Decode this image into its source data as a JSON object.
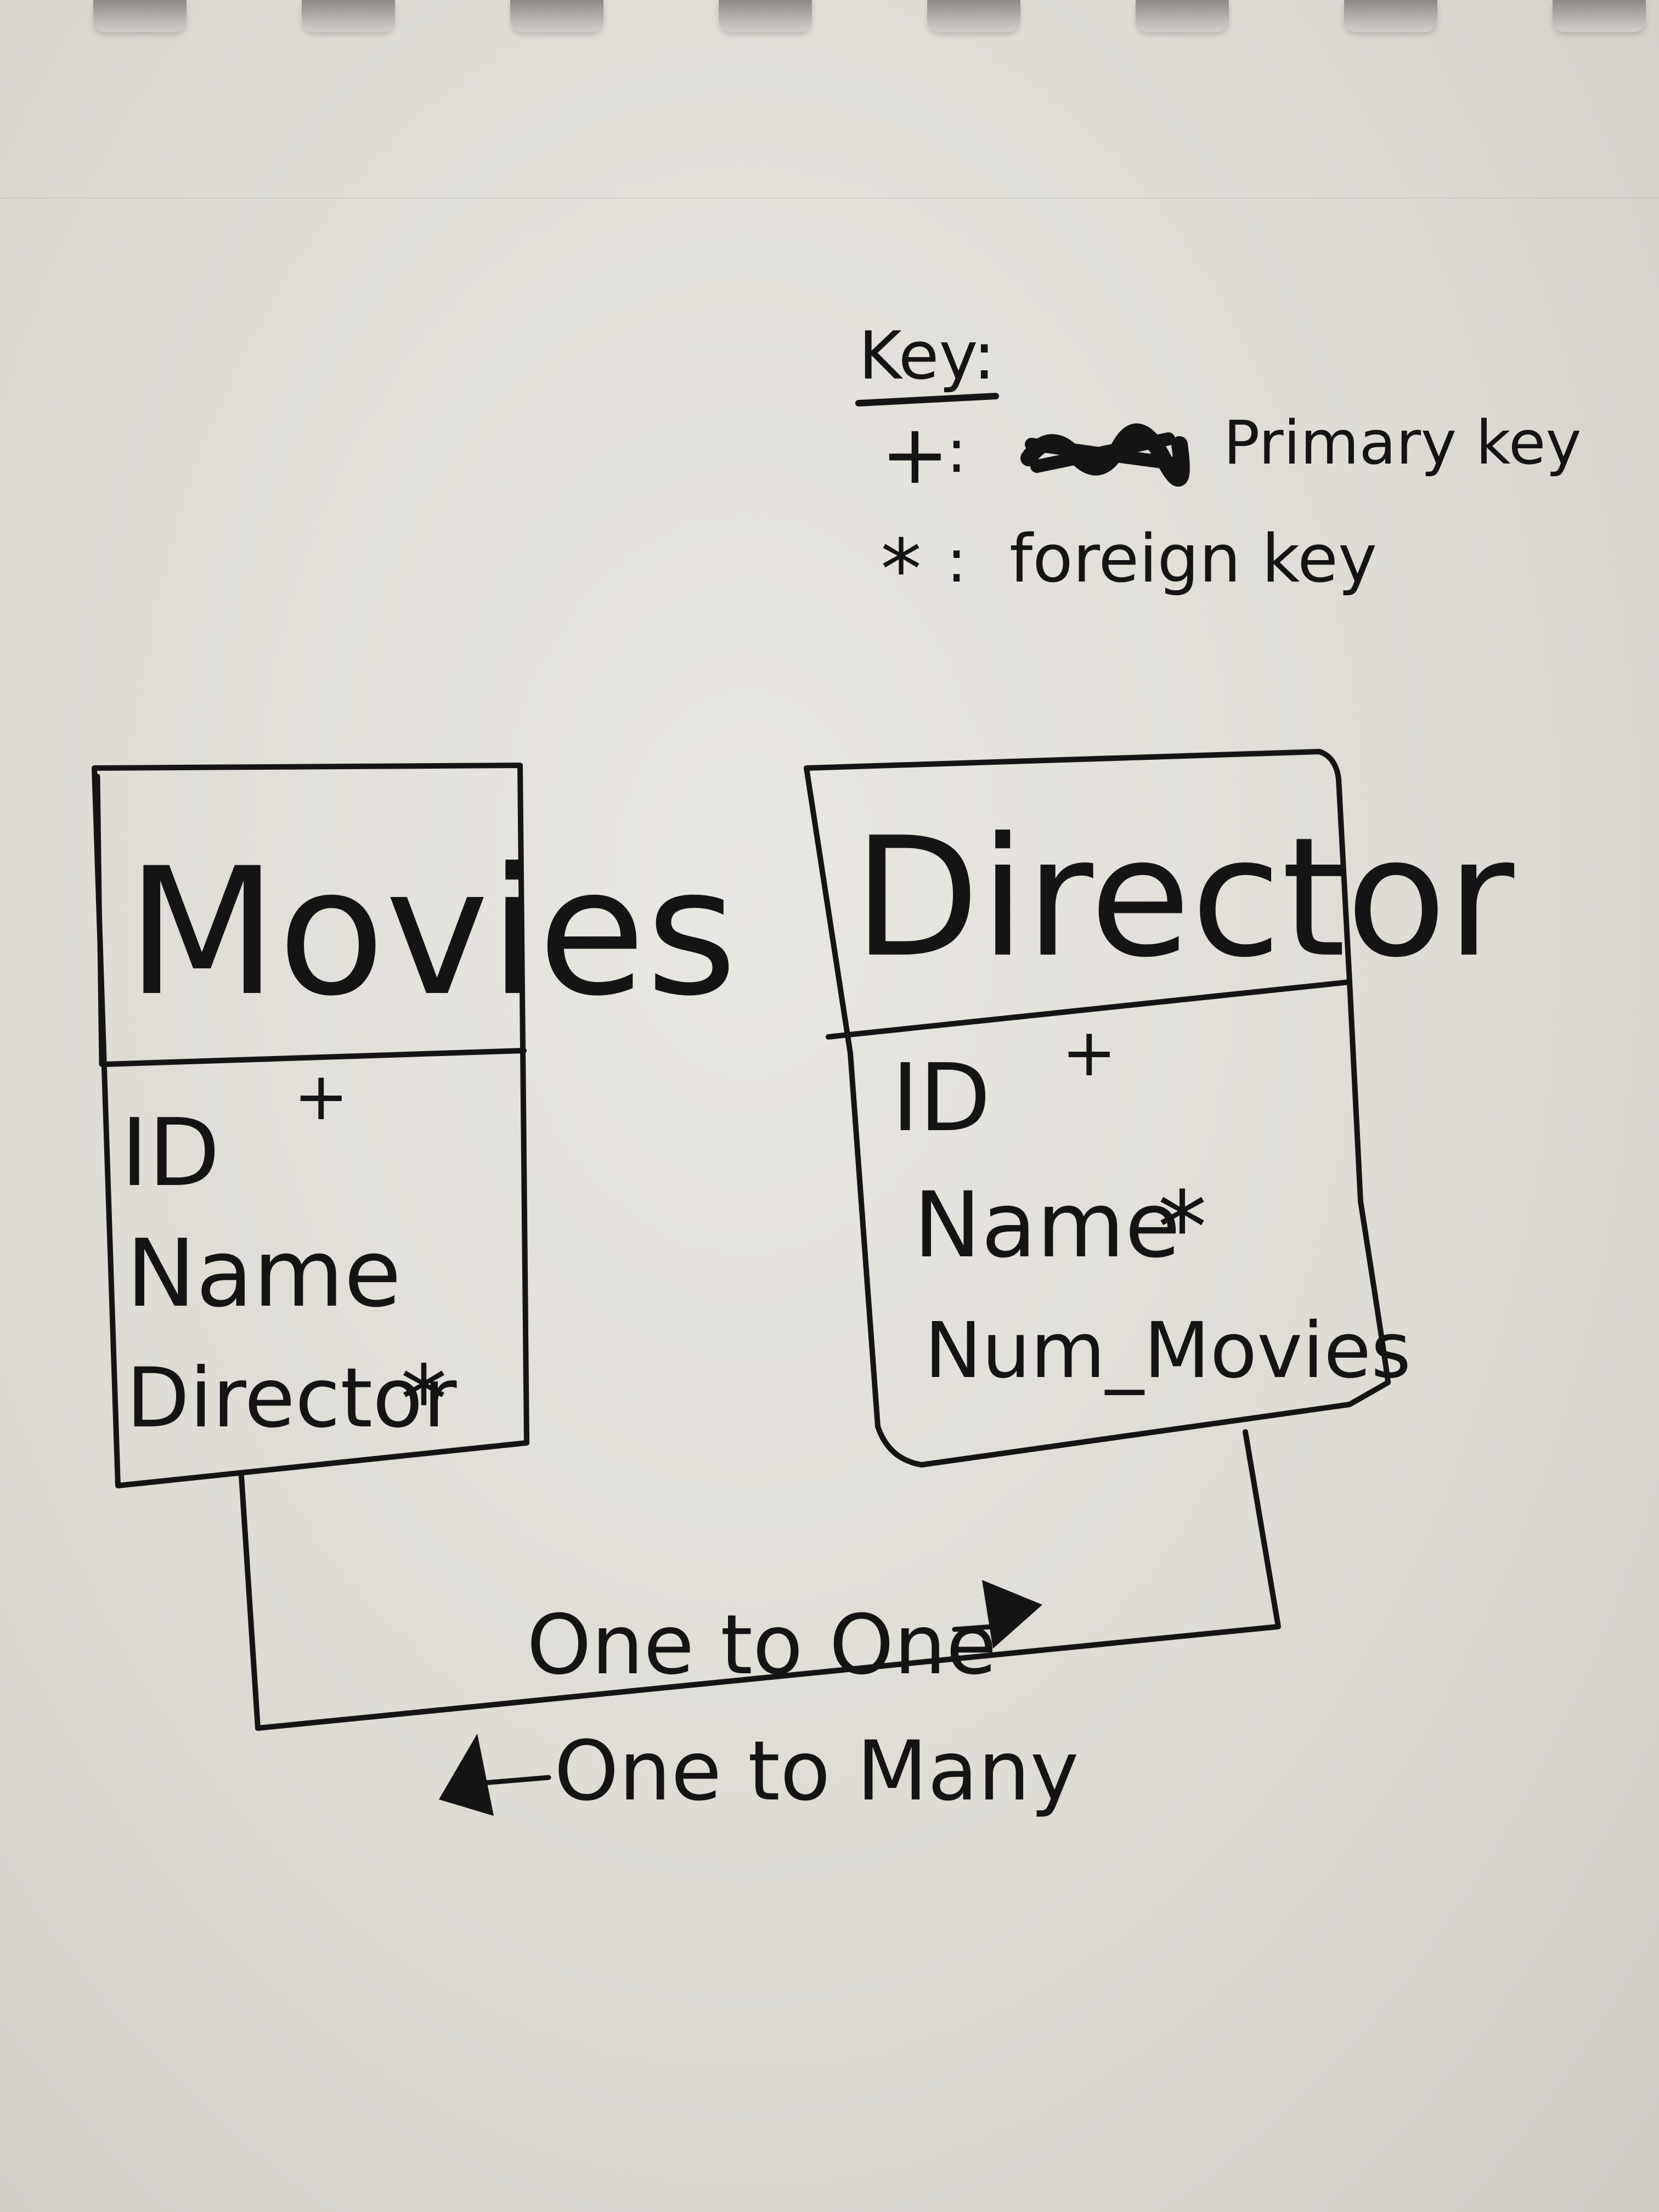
{
  "key": {
    "title": "Key:",
    "entries": [
      {
        "symbol": "+",
        "text": "Primary key"
      },
      {
        "symbol": "*",
        "text": "foreign key"
      }
    ]
  },
  "entities": [
    {
      "title": "Movies",
      "fields": [
        {
          "name": "ID",
          "mark": "+"
        },
        {
          "name": "Name",
          "mark": ""
        },
        {
          "name": "Director",
          "mark": "*"
        }
      ]
    },
    {
      "title": "Director",
      "fields": [
        {
          "name": "ID",
          "mark": "+"
        },
        {
          "name": "Name",
          "mark": "*"
        },
        {
          "name": "Num_Movies",
          "mark": ""
        }
      ]
    }
  ],
  "relations": [
    {
      "label": "One to One"
    },
    {
      "label": "One to Many"
    }
  ]
}
